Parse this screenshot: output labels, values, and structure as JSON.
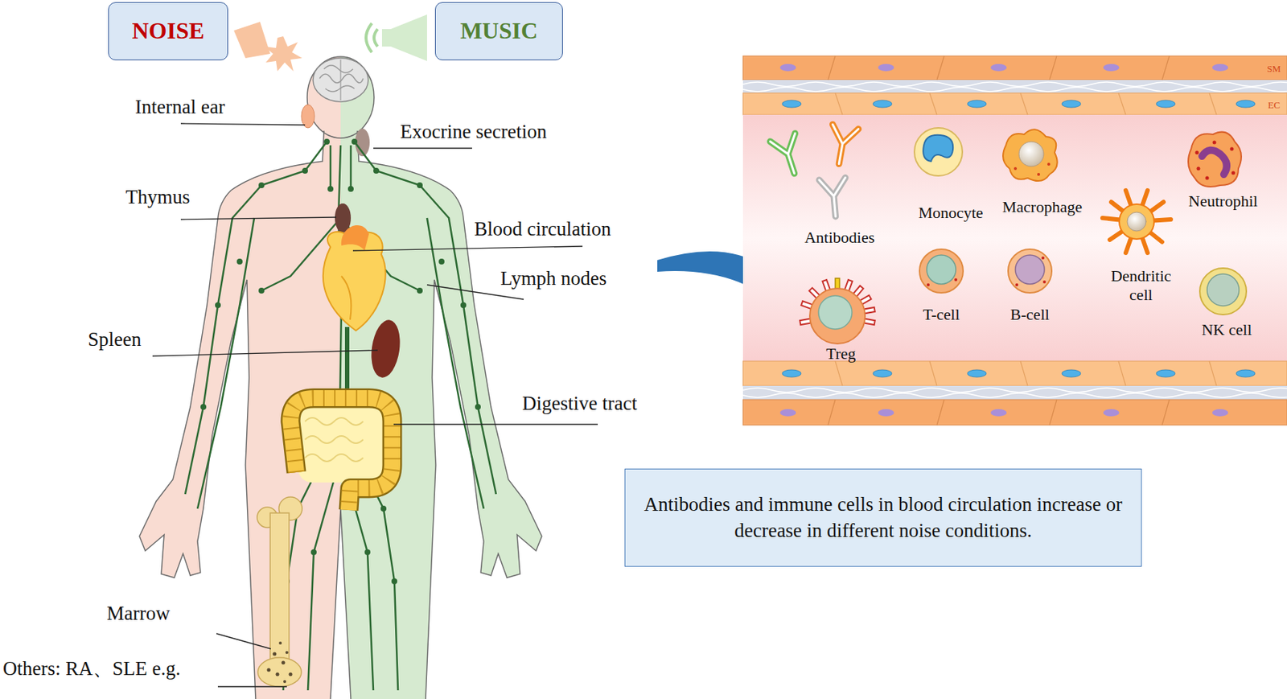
{
  "diagram": {
    "nodes": [
      {
        "text": [
          "NOISE"
        ]
      },
      {
        "text": [
          "MUSIC"
        ]
      },
      {
        "text": [
          "Antibodies and immune cells in blood circulation increase or decrease in different noise conditions."
        ]
      }
    ],
    "labels": [
      "Internal ear",
      "Exocrine secretion",
      "Thymus",
      "Blood circulation",
      "Lymph nodes",
      "Spleen",
      "Digestive tract",
      "Marrow",
      "Others: RA、SLE e.g.",
      "SM",
      "EC",
      "Antibodies",
      "Monocyte",
      "Macrophage",
      "Neutrophil",
      "Dendritic cell",
      "Treg",
      "T-cell",
      "B-cell",
      "NK cell"
    ]
  }
}
